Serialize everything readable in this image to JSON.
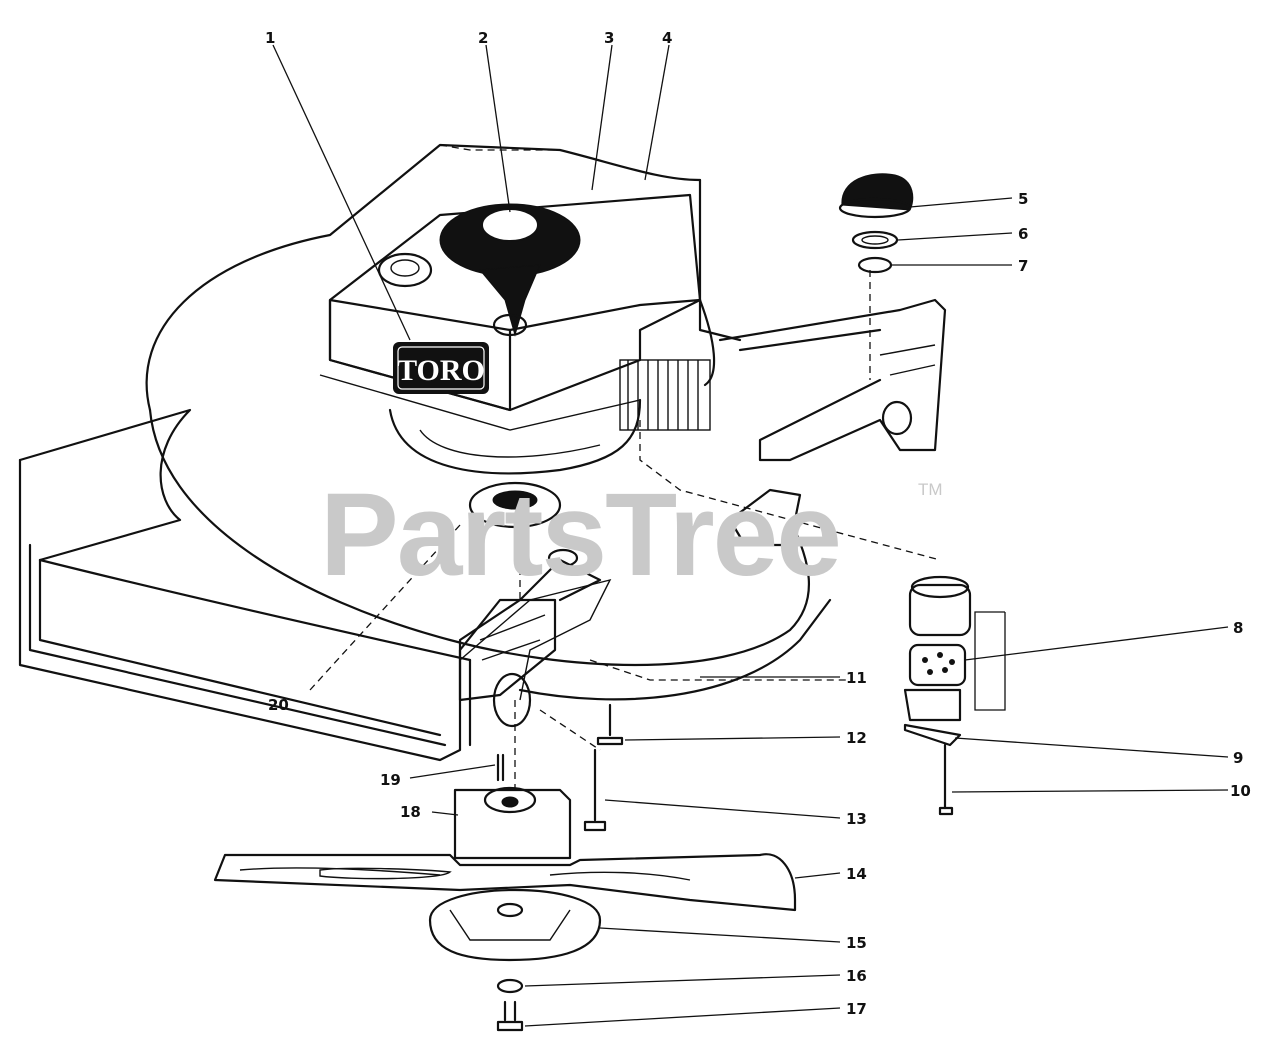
{
  "diagram": {
    "brand_logo_text": "TORO",
    "watermark": {
      "text": "PartsTree",
      "trademark": "TM"
    },
    "callouts": [
      "1",
      "2",
      "3",
      "4",
      "5",
      "6",
      "7",
      "8",
      "9",
      "10",
      "11",
      "12",
      "13",
      "14",
      "15",
      "16",
      "17",
      "18",
      "19",
      "20"
    ]
  }
}
